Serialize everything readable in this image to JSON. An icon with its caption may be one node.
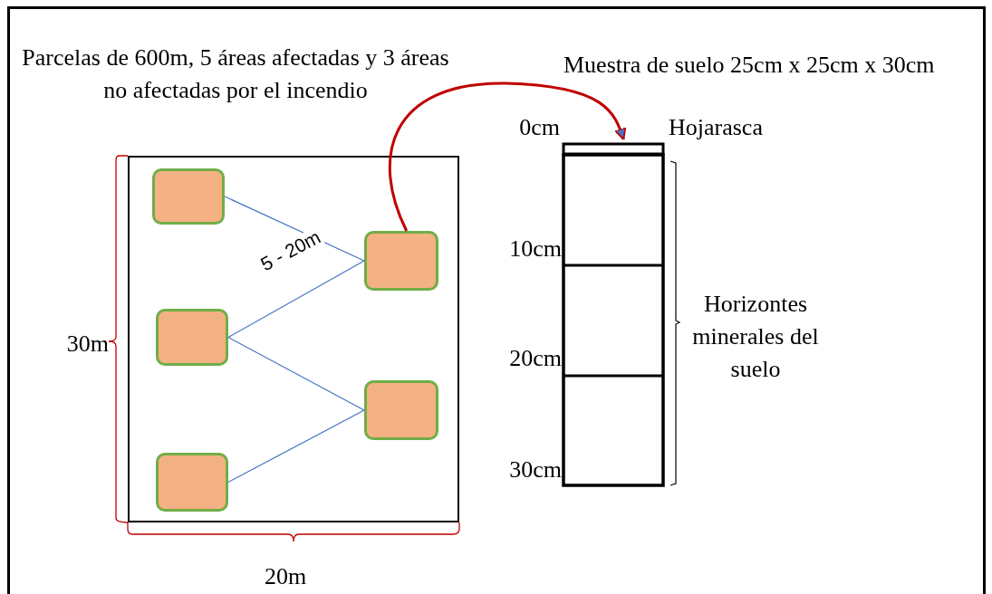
{
  "diagram": {
    "nodes": [
      {
        "text": [],
        "shape": "box"
      },
      {
        "text": [],
        "shape": "box",
        "in": 0
      },
      {
        "text": [],
        "shape": "box",
        "in": 0
      },
      {
        "text": [],
        "shape": "box",
        "in": 0
      },
      {
        "text": [],
        "shape": "box",
        "in": 0
      },
      {
        "text": [],
        "shape": "box",
        "in": 0
      },
      {
        "text": [],
        "shape": "box"
      }
    ],
    "edges": [
      {
        "from": 1,
        "to": 2,
        "arrow": "none"
      },
      {
        "from": 3,
        "to": 2,
        "arrow": "none",
        "label": "5 - 20m"
      },
      {
        "from": 3,
        "to": 4,
        "arrow": "none"
      },
      {
        "from": 5,
        "to": 4,
        "arrow": "none"
      },
      {
        "from": 2,
        "to": 6,
        "arrow": "to",
        "color": "#c00000",
        "style": "thick"
      }
    ],
    "labels": [
      "Parcelas de 600m, 5 áreas afectadas y 3 áreas no afectadas por el incendio",
      "Muestra de suelo 25cm x 25cm x 30cm",
      "0cm",
      "Hojarasca",
      "10cm",
      "Horizontes minerales del suelo",
      "20cm",
      "30m",
      "30cm",
      "20m"
    ]
  }
}
